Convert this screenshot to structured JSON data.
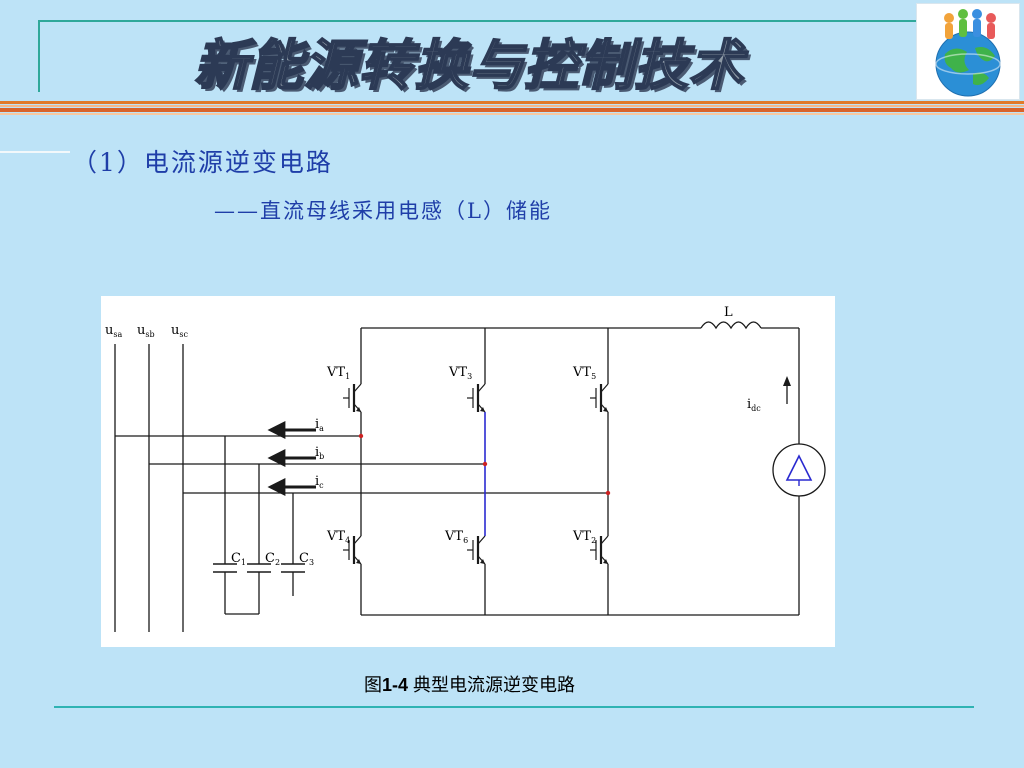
{
  "slide": {
    "title": "新能源转换与控制技术",
    "heading": "（1）电流源逆变电路",
    "subheading": "——直流母线采用电感（L）储能"
  },
  "figure": {
    "caption_prefix": "图",
    "caption_number": "1-4",
    "caption_text": " 典型电流源逆变电路"
  },
  "circuit": {
    "sources": [
      {
        "main": "u",
        "sub": "sa"
      },
      {
        "main": "u",
        "sub": "sb"
      },
      {
        "main": "u",
        "sub": "sc"
      }
    ],
    "switches_top": [
      {
        "main": "VT",
        "sub": "1"
      },
      {
        "main": "VT",
        "sub": "3"
      },
      {
        "main": "VT",
        "sub": "5"
      }
    ],
    "switches_bottom": [
      {
        "main": "VT",
        "sub": "4"
      },
      {
        "main": "VT",
        "sub": "6"
      },
      {
        "main": "VT",
        "sub": "2"
      }
    ],
    "currents": [
      {
        "main": "i",
        "sub": "a"
      },
      {
        "main": "i",
        "sub": "b"
      },
      {
        "main": "i",
        "sub": "c"
      }
    ],
    "capacitors": [
      {
        "main": "C",
        "sub": "1"
      },
      {
        "main": "C",
        "sub": "2"
      },
      {
        "main": "C",
        "sub": "3"
      }
    ],
    "inductor": "L",
    "dc_current": {
      "main": "i",
      "sub": "dc"
    }
  },
  "colors": {
    "background": "#bde3f7",
    "text_blue": "#1f3ea8",
    "wire": "#1a1a1a",
    "bus_blue": "#2a2ad0",
    "node_red": "#cc2222"
  }
}
